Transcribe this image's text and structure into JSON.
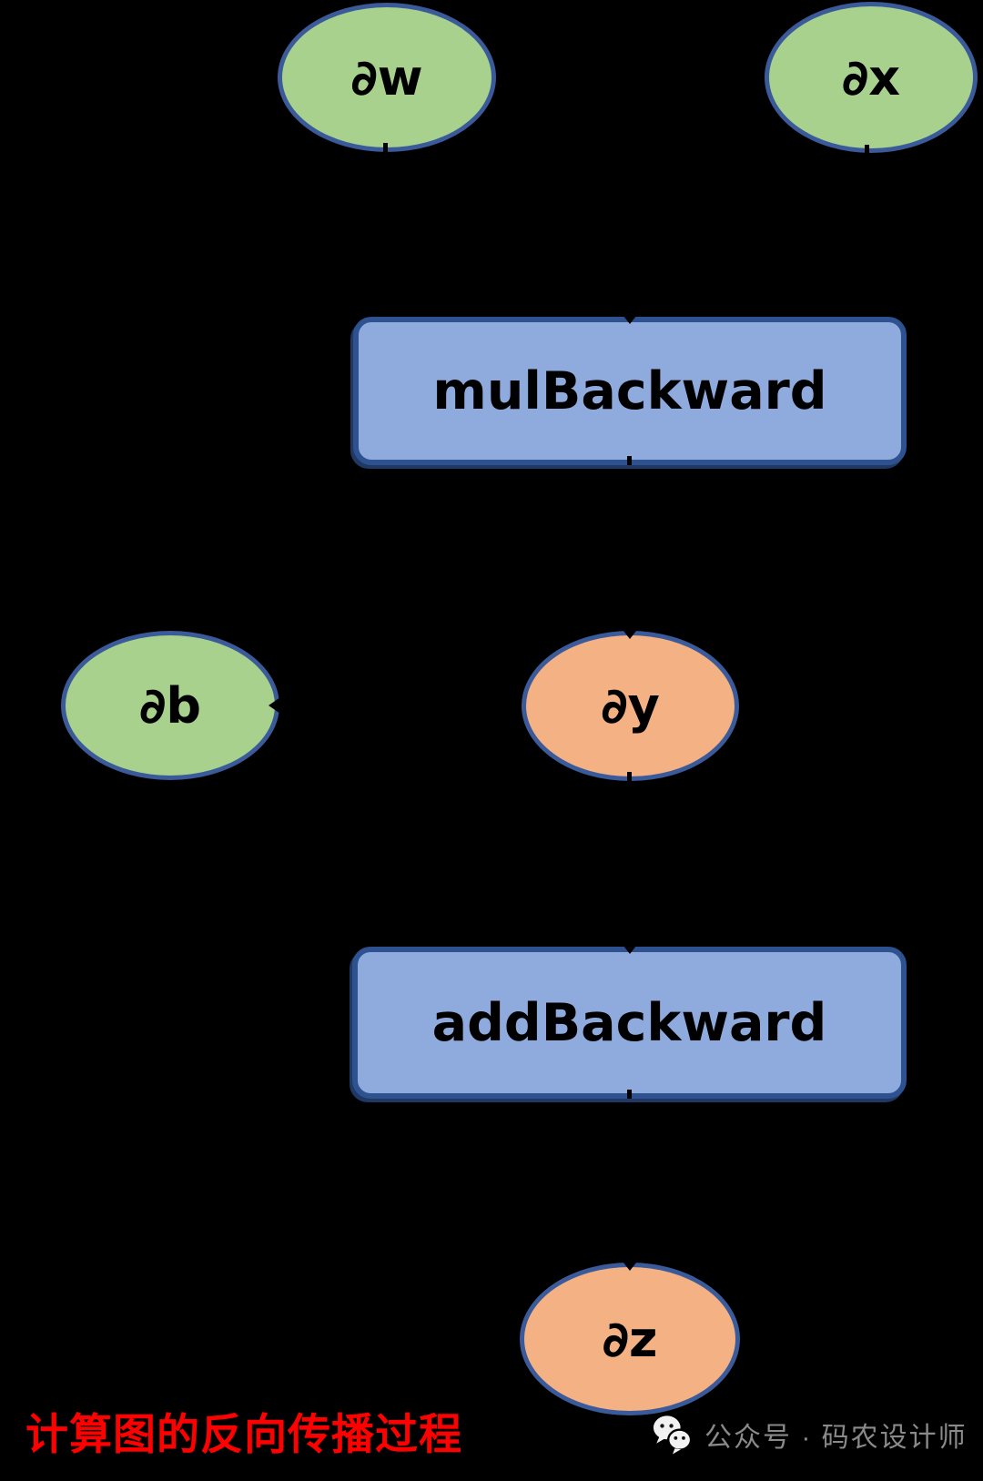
{
  "colors": {
    "background": "#000000",
    "node_green_fill": "#A9D18E",
    "node_orange_fill": "#F4B183",
    "box_blue_fill": "#8FAADC",
    "ellipse_border_blue": "#3A5A9A",
    "box_border_blue": "#2E5190",
    "caption_red": "#FF0000",
    "footer_gray": "#8A8A8A",
    "label_black": "#000000"
  },
  "nodes": {
    "dw": {
      "label": "∂w",
      "type": "ellipse",
      "fill": "green"
    },
    "dx": {
      "label": "∂x",
      "type": "ellipse",
      "fill": "green"
    },
    "mul": {
      "label": "mulBackward",
      "type": "box",
      "fill": "blue"
    },
    "db": {
      "label": "∂b",
      "type": "ellipse",
      "fill": "green"
    },
    "dy": {
      "label": "∂y",
      "type": "ellipse",
      "fill": "orange"
    },
    "add": {
      "label": "addBackward",
      "type": "box",
      "fill": "blue"
    },
    "dz": {
      "label": "∂z",
      "type": "ellipse",
      "fill": "orange"
    }
  },
  "caption": {
    "text": "计算图的反向传播过程"
  },
  "footer": {
    "icon": "wechat-icon",
    "text": "公众号 · 码农设计师"
  }
}
